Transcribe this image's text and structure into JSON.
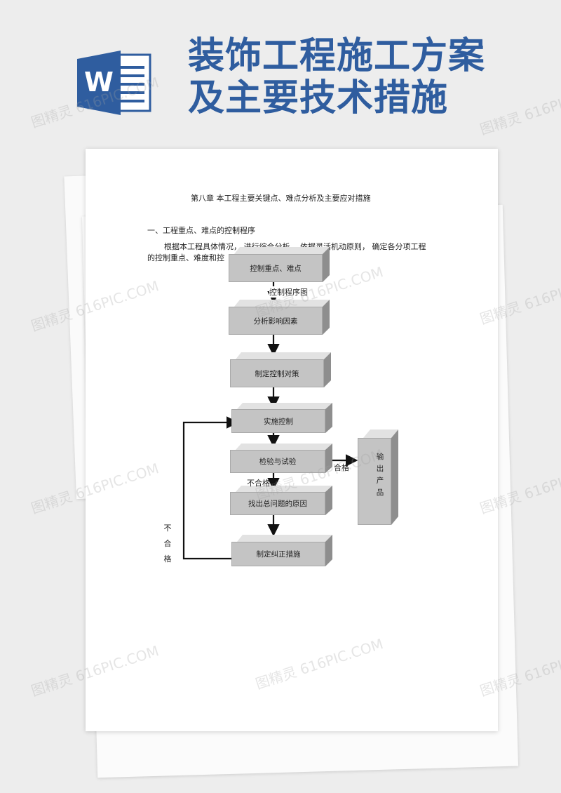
{
  "header": {
    "title_line1": "装饰工程施工方案",
    "title_line2": "及主要技术措施",
    "logo_letter": "W",
    "brand_color": "#2f5d9f"
  },
  "document": {
    "chapter_heading": "第八章    本工程主要关键点、难点分析及主要应对措施",
    "section_heading": "一、工程重点、难点的控制程序",
    "para_line1": "根据本工程具体情况，  进行综合分析，  依据灵活机动原则，  确定各分项工程",
    "para_line2": "的控制重点、难度和控",
    "diagram_caption": "控制程序图"
  },
  "flowchart": {
    "steps": [
      "控制重点、难点",
      "分析影响因素",
      "制定控制对策",
      "实施控制",
      "检验与试验",
      "找出总问题的原因",
      "制定纠正措施"
    ],
    "output_box": [
      "输",
      "出",
      "产",
      "品"
    ],
    "pass_label": "合格",
    "fail_label_inline": "不合格",
    "fail_label_vertical": [
      "不",
      "合",
      "格"
    ]
  },
  "watermark_text": "图精灵 616PIC.COM"
}
